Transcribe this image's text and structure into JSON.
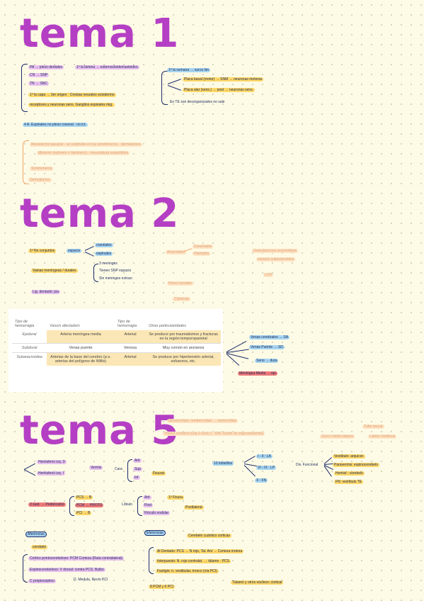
{
  "titles": {
    "t1": "tema 1",
    "t2": "tema 2",
    "t5": "tema 5"
  },
  "tema1": {
    "left": [
      "PA → plexo dentales",
      "1ª la lámina → esternocleidomastoideo",
      "CN → SNP",
      "TN → SNC",
      "1ª la capa → 3er origen · Crestas neurales ectodermo",
      "receptores y neuronas sens. Ganglios espinales mig.",
      "4 A. Espinales no plexo craneal · no ict."
    ],
    "right": [
      "1ª la semana → surco lim",
      "Placa basal (motor) → SNM → neuronas motoras",
      "Placa alar (sens.) → post → neuronas sens.",
      "En TE son desorganizados no sale"
    ],
    "faded": [
      "Mesodermo paraxial - se subdivide en los somitómeros · dermatomos",
      "Miotomo (epímero + hipómero) - musculatura esquelética",
      "Somitomeros",
      "Dermatomos"
    ]
  },
  "tema2": {
    "notes": {
      "no_conjuntos": "1ª No conjuntos",
      "espacio": "espacio",
      "craneales": "craneales",
      "espinales": "espinales",
      "vainas": "Vainas meníngeas / durales",
      "v1": "3 meninges",
      "v2": "Tienen SNP espacio",
      "v3": "Sin meninges extracr.",
      "lig": "Lig. dentado: pia"
    },
    "faded": [
      "Aracnoides",
      "Duramadre",
      "Piamadre",
      "Granulaciones aracnoideas",
      "espacio subaracnoideo",
      "Plexo coroideo",
      "Cisternas",
      "LCR"
    ],
    "table": {
      "headers": [
        "Tipo de hemorragia",
        "Vaso/s afectado/s",
        "Tipo de hemorragia",
        "Otras particularidades"
      ],
      "rows": [
        [
          "Epidural",
          "Arteria meníngea media",
          "Arterial",
          "Se produce por traumatismos y fracturas en la región temporoparietal"
        ],
        [
          "Subdural",
          "Venas puente",
          "Venosa",
          "Muy común en ancianos"
        ],
        [
          "Subaracnoidea",
          "Arterias de la base del cerebro (p.e. arterias del polígono de Willis)",
          "Arterial",
          "Se produce por hipertensión arterial, esfuerzos, etc."
        ]
      ]
    },
    "right": [
      "Venas cerebrales → SA",
      "Venas Puente → SD",
      "Seno → dura",
      "Meníngea Media → epi"
    ]
  },
  "tema5": {
    "notes": [
      "Hemisferio izq. D",
      "Hemisferio izq. I",
      "Vermis",
      "Cara",
      "Ant",
      "Sup",
      "Inf",
      "Fisuras",
      "10 lobulillos",
      "I - II : LA",
      "VI - IX : LP",
      "X : FN",
      "Div. Funcional",
      "Vestibulo: arquicer.",
      "Paravermis: espinocerebelo",
      "Hemisf.: cerebelo",
      "FN: vestíbulo TE",
      "3 sust. → Pedúnculos",
      "PCS → B",
      "PCM → PROTU",
      "PCI → B",
      "Lóbulo",
      "Ant",
      "Post",
      "Flóculo nodular",
      "1ª Fisura",
      "Postlateral",
      "Aferencias",
      "Eferencias",
      "Cerebelo cuántico corticas",
      "cerebelo",
      "Cortico pontocerebeloso: PCM Corteza (Ruta contralateral)",
      "Espinocerebeloso: V dorsal: contra PCS. Bulbo",
      "C propioceptivo",
      "D. Medula, Recto PCI",
      "Al Dentado: PCS → N rojo, Tal. Ant → Corteza motora",
      "Interpuesto: N. rojo contralat. → tálamo · PCS",
      "Fastigio: n. vestibular, tronco (vía PCI)",
      "8 PCM y 6 PCI",
      "Tálamo y otros núcleos: cortical"
    ],
    "faded": [
      "Mesencefalo: rombencéfalo → metencéfalo",
      "Tronco cerebral (ruta 2 vesíc.) · SNC fusión de engrosamientos",
      "Surco rombo-tálamo",
      "Tubo neural",
      "Labios rómbicos"
    ]
  }
}
